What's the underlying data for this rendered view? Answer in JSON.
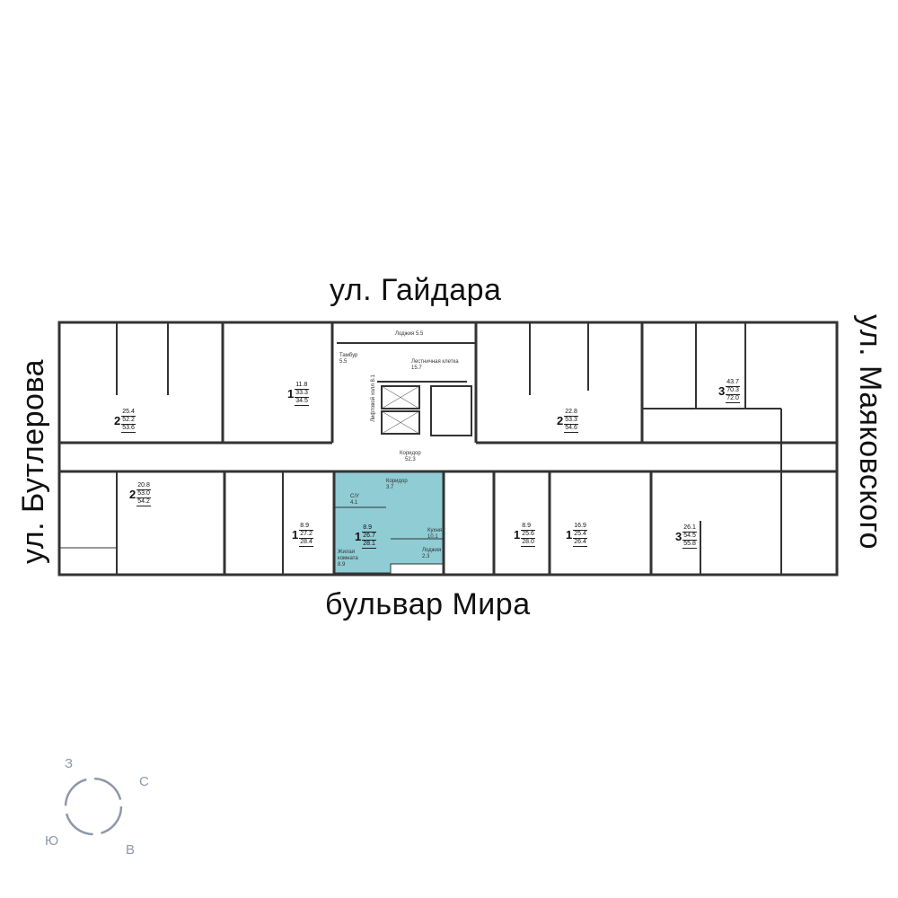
{
  "streets": {
    "top": "ул. Гайдара",
    "bottom": "бульвар Мира",
    "left": "ул. Бутлерова",
    "right": "ул. Маяковского"
  },
  "colors": {
    "highlight": "#8fccd4",
    "wall": "#333333",
    "compass": "#8d99a8"
  },
  "highlighted_apartment": {
    "rooms": "1",
    "living": "8.9",
    "total": "26.7",
    "total_with_loggia": "28.1",
    "room_labels": [
      {
        "name": "Коридор",
        "area": "3.7"
      },
      {
        "name": "С/У",
        "area": "4.1"
      },
      {
        "name": "Кухня",
        "area": "10.1"
      },
      {
        "name": "Лоджия",
        "area": "2.3"
      },
      {
        "name": "Жилая комната",
        "area": "8.9"
      }
    ]
  },
  "apartments": [
    {
      "rooms": "2",
      "living": "25.4",
      "total": "52.2",
      "total_with_loggia": "53.6"
    },
    {
      "rooms": "1",
      "living": "11.8",
      "total": "33.3",
      "total_with_loggia": "34.5"
    },
    {
      "rooms": "2",
      "living": "22.8",
      "total": "53.3",
      "total_with_loggia": "54.6"
    },
    {
      "rooms": "3",
      "living": "43.7",
      "total": "70.3",
      "total_with_loggia": "72.0"
    },
    {
      "rooms": "2",
      "living": "20.8",
      "total": "53.0",
      "total_with_loggia": "54.2"
    },
    {
      "rooms": "1",
      "living": "8.9",
      "total": "27.2",
      "total_with_loggia": "28.4"
    },
    {
      "rooms": "1",
      "living": "8.9",
      "total": "25.6",
      "total_with_loggia": "28.0"
    },
    {
      "rooms": "1",
      "living": "16.9",
      "total": "25.4",
      "total_with_loggia": "26.4"
    },
    {
      "rooms": "3",
      "living": "26.1",
      "total": "54.5",
      "total_with_loggia": "55.8"
    }
  ],
  "core": {
    "loggia": "Лоджия",
    "loggia_area": "5.5",
    "vestibule": "Тамбур",
    "vestibule_area": "5.5",
    "stair": "Лестничная клетка",
    "stair_area": "15.7",
    "corridor": "Коридор",
    "corridor_area": "52.3",
    "lift_hall": "Лифтовой холл",
    "lift_hall_area": "8.1"
  },
  "compass": {
    "west": "З",
    "north": "С",
    "south": "Ю",
    "east": "В"
  }
}
